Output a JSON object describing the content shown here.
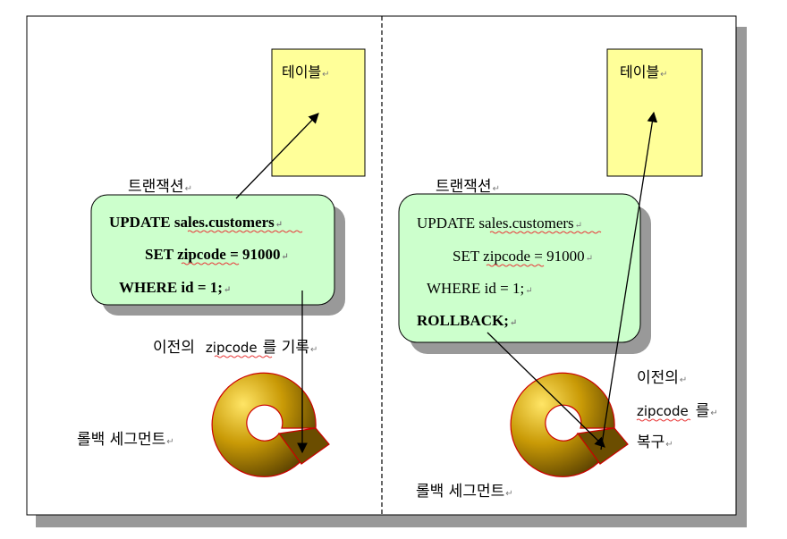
{
  "left": {
    "table_label": "테이블",
    "transaction_label": "트랜잭션",
    "sql": {
      "line1_kw": "UPDATE",
      "line1_obj": "sales.customers",
      "line2_kw": "SET",
      "line2_obj": "zipcode",
      "line2_rest": " = 91000",
      "line3": "WHERE id = 1;"
    },
    "record_prefix": "이전의",
    "record_word": "zipcode",
    "record_suffix": "를 기록",
    "segment_label": "롤백 세그먼트"
  },
  "right": {
    "table_label": "테이블",
    "transaction_label": "트랜잭션",
    "sql": {
      "line1_kw": "UPDATE",
      "line1_obj": "sales.customers",
      "line2_kw": "SET",
      "line2_obj": "zipcode",
      "line2_rest": " = 91000",
      "line3": "WHERE id = 1;",
      "line4": "ROLLBACK;"
    },
    "restore_line1": "이전의",
    "restore_word": "zipcode",
    "restore_line2_suffix": "를",
    "restore_line3": "복구",
    "segment_label": "롤백 세그먼트"
  },
  "colors": {
    "table_fill": "#ffff99",
    "transaction_fill": "#ccffcc",
    "shadow": "#999999",
    "segment_gold": "#b38a00",
    "segment_dark": "#4a3400",
    "segment_outline": "#cc0000"
  },
  "symbols": {
    "return_mark": "↵"
  }
}
